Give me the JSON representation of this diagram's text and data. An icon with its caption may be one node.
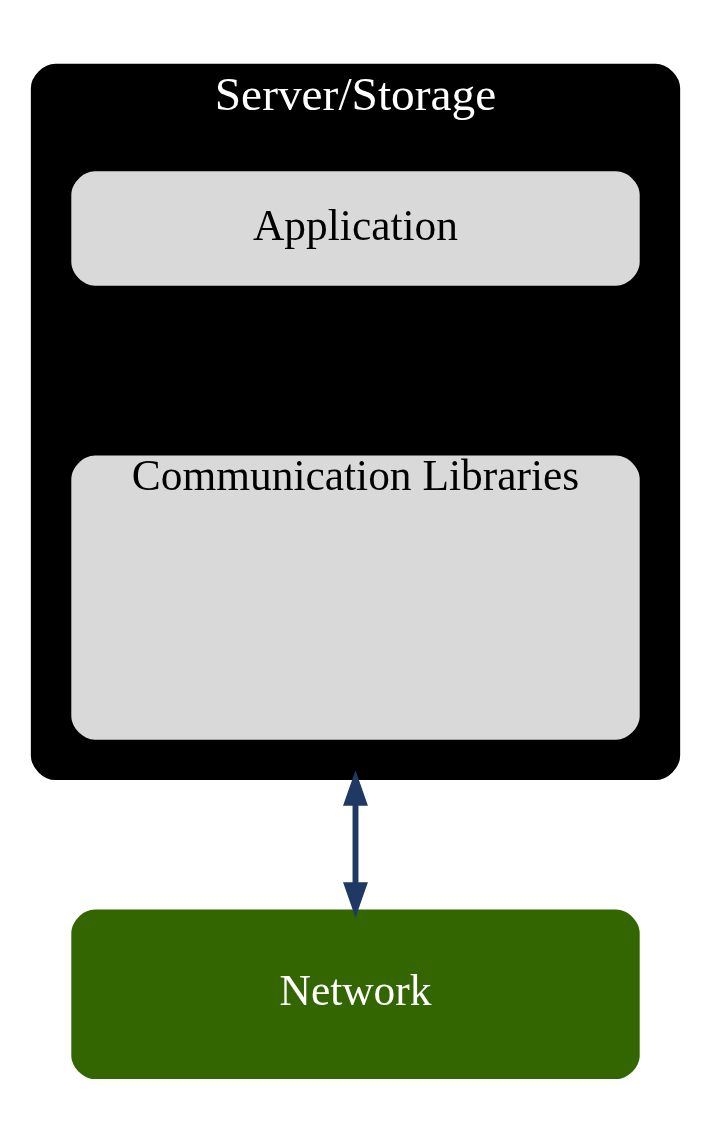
{
  "diagram": {
    "nodes": [
      {
        "text": [
          "Server/Storage"
        ]
      },
      {
        "text": [
          "Application"
        ],
        "in": 0
      },
      {
        "text": [
          "Communication Libraries"
        ],
        "in": 0
      },
      {
        "text": [
          "Network"
        ]
      }
    ],
    "edges": [
      {
        "from": 0,
        "to": 3,
        "arrow": "both",
        "color": "#1f3864"
      }
    ]
  }
}
